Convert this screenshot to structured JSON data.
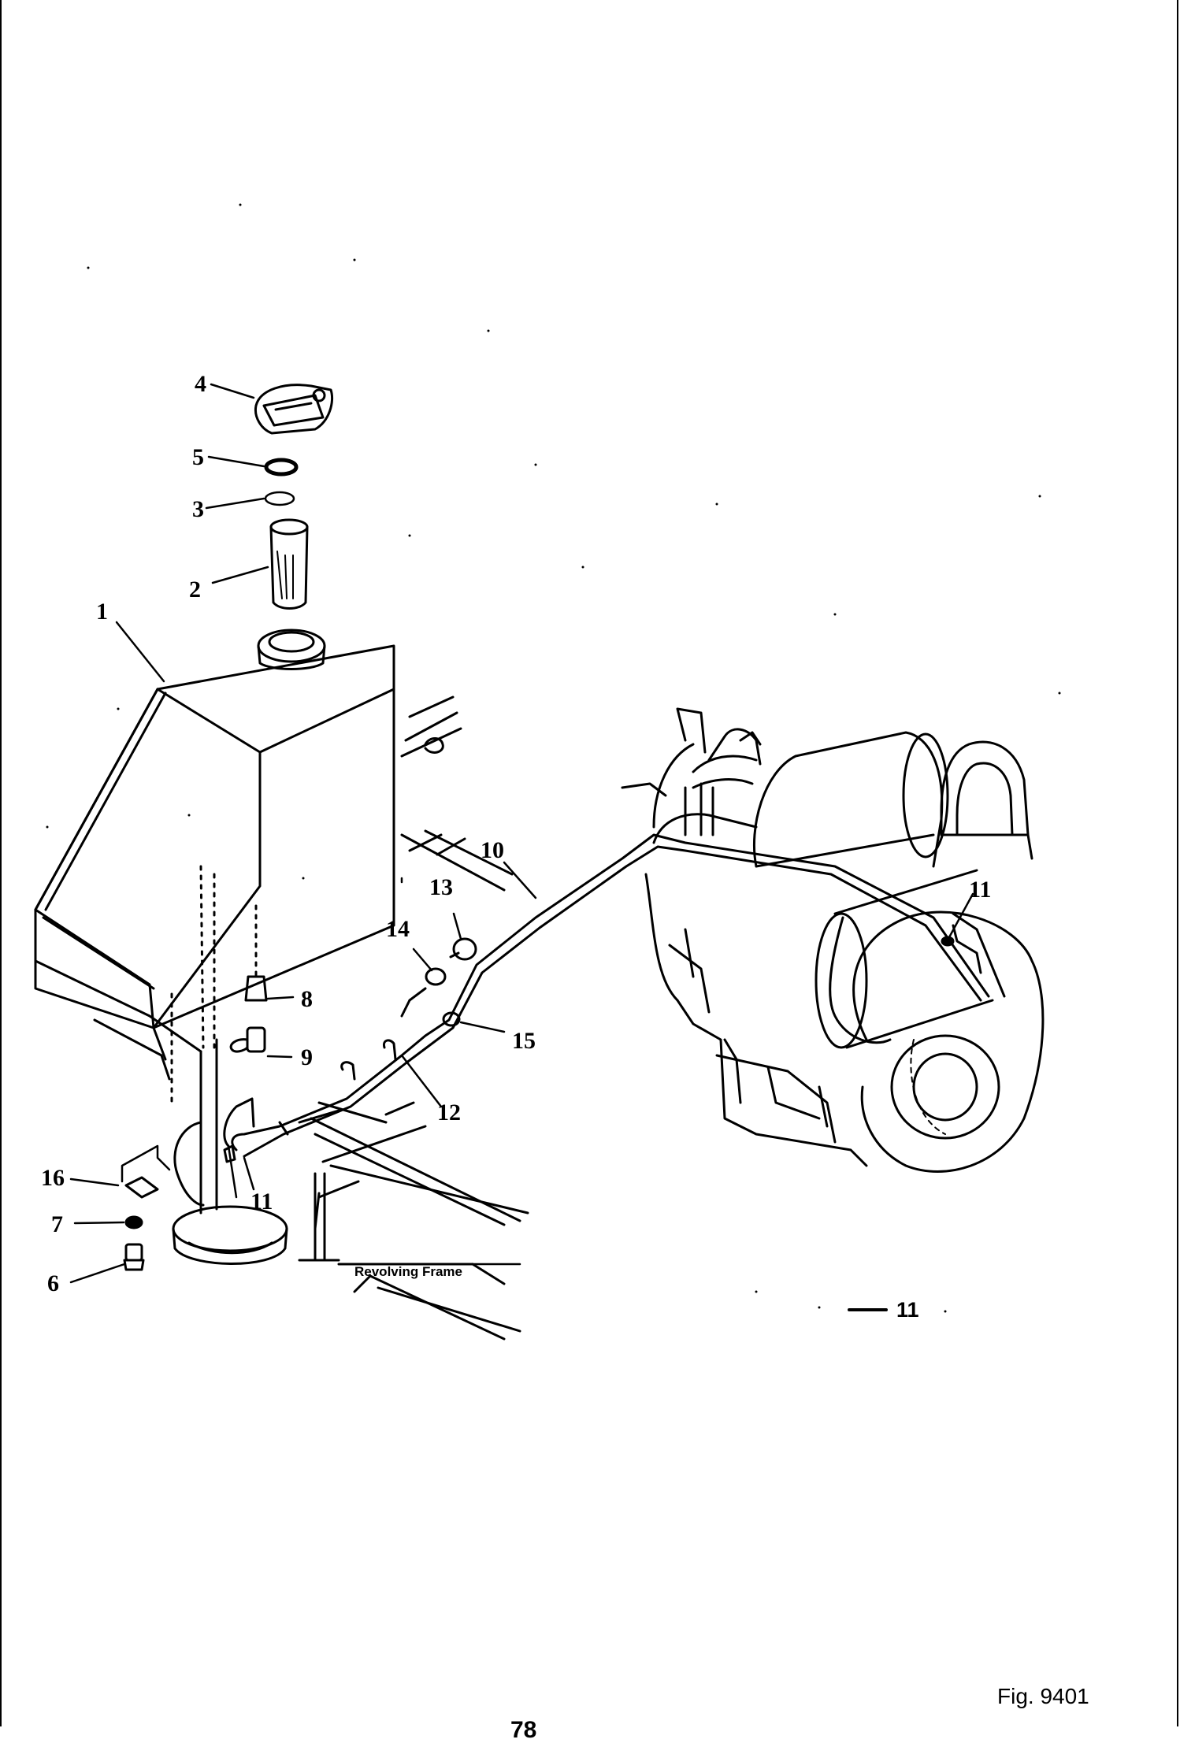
{
  "figure": {
    "caption": "Fig. 9401",
    "page_number": "78",
    "frame_label": "Revolving Frame",
    "legend": {
      "line_label": "11"
    }
  },
  "callouts": [
    {
      "id": "c1",
      "label": "1"
    },
    {
      "id": "c2",
      "label": "2"
    },
    {
      "id": "c3",
      "label": "3"
    },
    {
      "id": "c4",
      "label": "4"
    },
    {
      "id": "c5",
      "label": "5"
    },
    {
      "id": "c6",
      "label": "6"
    },
    {
      "id": "c7",
      "label": "7"
    },
    {
      "id": "c8",
      "label": "8"
    },
    {
      "id": "c9",
      "label": "9"
    },
    {
      "id": "c10",
      "label": "10"
    },
    {
      "id": "c11a",
      "label": "11"
    },
    {
      "id": "c11b",
      "label": "11"
    },
    {
      "id": "c12",
      "label": "12"
    },
    {
      "id": "c13",
      "label": "13"
    },
    {
      "id": "c14",
      "label": "14"
    },
    {
      "id": "c15",
      "label": "15"
    },
    {
      "id": "c16",
      "label": "16"
    }
  ]
}
